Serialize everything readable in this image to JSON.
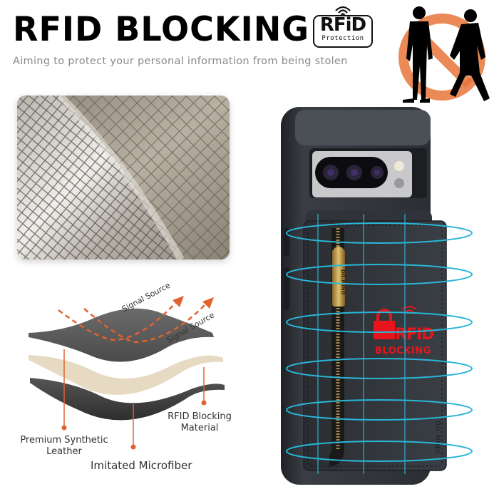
{
  "header": {
    "title": "RFID BLOCKING",
    "subtitle": "Aiming to protect your personal information from being stolen",
    "badge": {
      "main": "RFiD",
      "sub": "Protection",
      "icon": "wifi-signal-icon"
    },
    "illustration": {
      "icon": "no-pickpocket-icon",
      "color": "#e8763a"
    }
  },
  "fabric_panel": {
    "description": "RFID blocking fabric close-up",
    "color": "#a39b8e"
  },
  "layers_diagram": {
    "signal_labels": [
      "Signal Source",
      "Signal Source"
    ],
    "arrow_color": "#e0622f",
    "layer_labels": {
      "top": "Premium Synthetic Leather",
      "top_line1": "Premium Synthetic",
      "top_line2": "Leather",
      "middle_line1": "RFID Blocking",
      "middle_line2": "Material",
      "bottom": "Imitated Microfiber"
    },
    "layer_colors": [
      "#5c5c5c",
      "#e8dcc4",
      "#4a4a4a"
    ]
  },
  "product": {
    "brand": "DG.MING",
    "stamp_line1": "RFID",
    "stamp_line2": "BLOCKING",
    "stamp_color": "#e8141c",
    "ring_color": "#29b6d8",
    "case_color": "#2c3035"
  }
}
